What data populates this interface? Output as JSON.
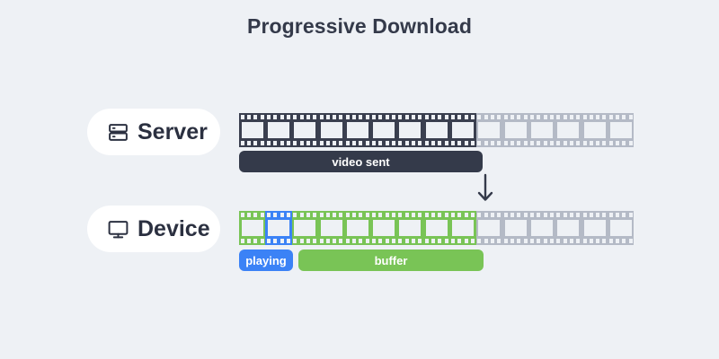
{
  "page": {
    "title": "Progressive Download",
    "background_color": "#eef1f5"
  },
  "colors": {
    "dark": "#343a4a",
    "strip_dark": "#3a3f4f",
    "strip_gray": "#b4bac6",
    "green": "#79c456",
    "blue": "#3b82f6",
    "white": "#ffffff",
    "text_dark": "#2b3040"
  },
  "rows": {
    "server": {
      "pill": {
        "label": "Server",
        "icon": "server-rack-icon"
      },
      "strip": {
        "total_frames": 15,
        "filled_frames": 9,
        "empty_frames": 6,
        "filled_color": "#3a3f4f",
        "empty_color": "#b4bac6"
      },
      "caption": {
        "label": "video sent",
        "color": "#343a4a"
      }
    },
    "device": {
      "pill": {
        "label": "Device",
        "icon": "monitor-icon"
      },
      "strip": {
        "total_frames": 15,
        "filled_frames": 9,
        "empty_frames": 6,
        "playing_frame_index": 1,
        "filled_color": "#79c456",
        "playing_color": "#3b82f6",
        "empty_color": "#b4bac6"
      },
      "captions": [
        {
          "label": "playing",
          "color": "#3b82f6"
        },
        {
          "label": "buffer",
          "color": "#79c456"
        }
      ]
    }
  },
  "connector": {
    "icon": "arrow-down-icon",
    "direction": "down",
    "color": "#343a4a"
  }
}
